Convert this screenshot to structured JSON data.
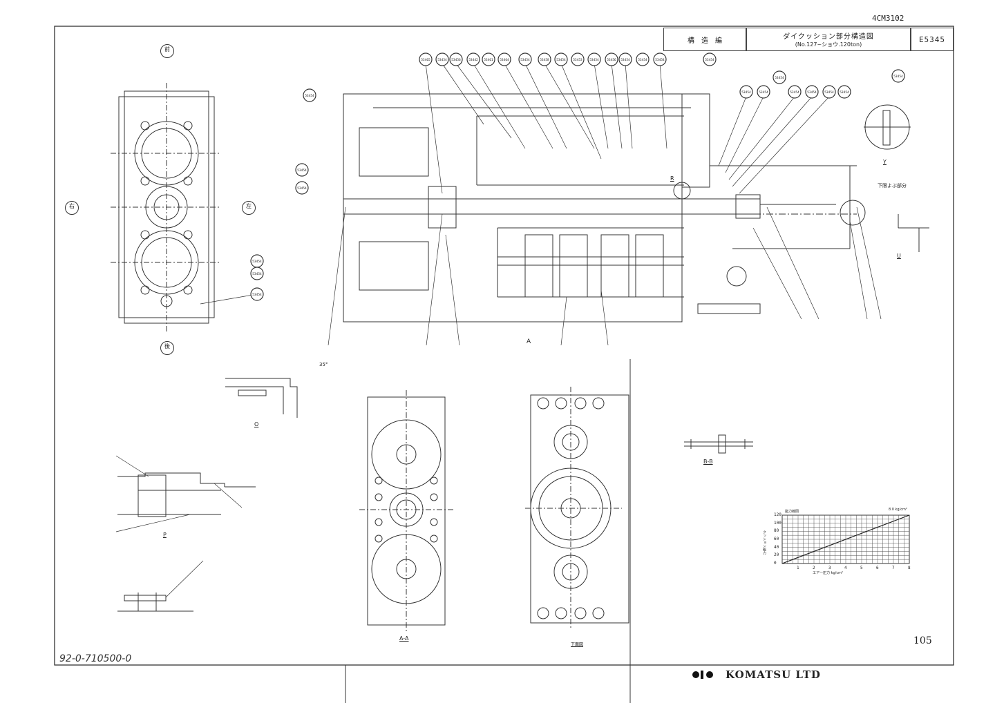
{
  "drawing": {
    "doc_code": "4CM3102",
    "section": "構　造　編",
    "title": "ダイクッション部分構造図",
    "subtitle": "(No.127~ショウ.120ton)",
    "drawing_no": "E5345",
    "page_number": "105",
    "handwritten_ref": "92-0-710500-0",
    "company": "KOMATSU LTD",
    "colors": {
      "line": "#333333",
      "paper": "#ffffff"
    }
  },
  "views": {
    "y_view": "Y",
    "u_view": "U",
    "aa_view": "A-A",
    "bb_view": "B-B",
    "o_view": "O",
    "p_view": "P",
    "r_view": "R",
    "lower_limit_note": "下限よぶ部分",
    "bottom_view_note": "下面図",
    "angle_note": "35°",
    "a_marker": "A"
  },
  "orientation_marks": [
    "前",
    "後",
    "右",
    "左"
  ],
  "graph": {
    "title": "能力線図",
    "top_label": "8.0 kg/cm²",
    "ylabel": "クッション能力",
    "xlabel": "エア一圧力 kg/cm²",
    "yticks": [
      "0",
      "20",
      "40",
      "60",
      "80",
      "100",
      "120"
    ],
    "xticks": [
      "1",
      "2",
      "3",
      "4",
      "5",
      "6",
      "7",
      "8"
    ]
  },
  "chart_data": {
    "type": "line",
    "title": "能力線図",
    "xlabel": "エア一圧力 kg/cm²",
    "ylabel": "クッション能力",
    "xlim": [
      0,
      8
    ],
    "ylim": [
      0,
      120
    ],
    "grid": true,
    "series": [
      {
        "x": [
          0,
          8
        ],
        "y": [
          0,
          120
        ]
      }
    ]
  },
  "balloons": [
    "53465",
    "53454",
    "53456",
    "53442",
    "53461",
    "53464",
    "53454",
    "53458",
    "53454",
    "53453",
    "53454",
    "53456",
    "53454",
    "53454",
    "53454",
    "53454",
    "53454",
    "53454",
    "53454",
    "53454",
    "53454",
    "53454",
    "53454",
    "53454",
    "53454",
    "53454",
    "53454",
    "53454",
    "53454",
    "53454"
  ]
}
